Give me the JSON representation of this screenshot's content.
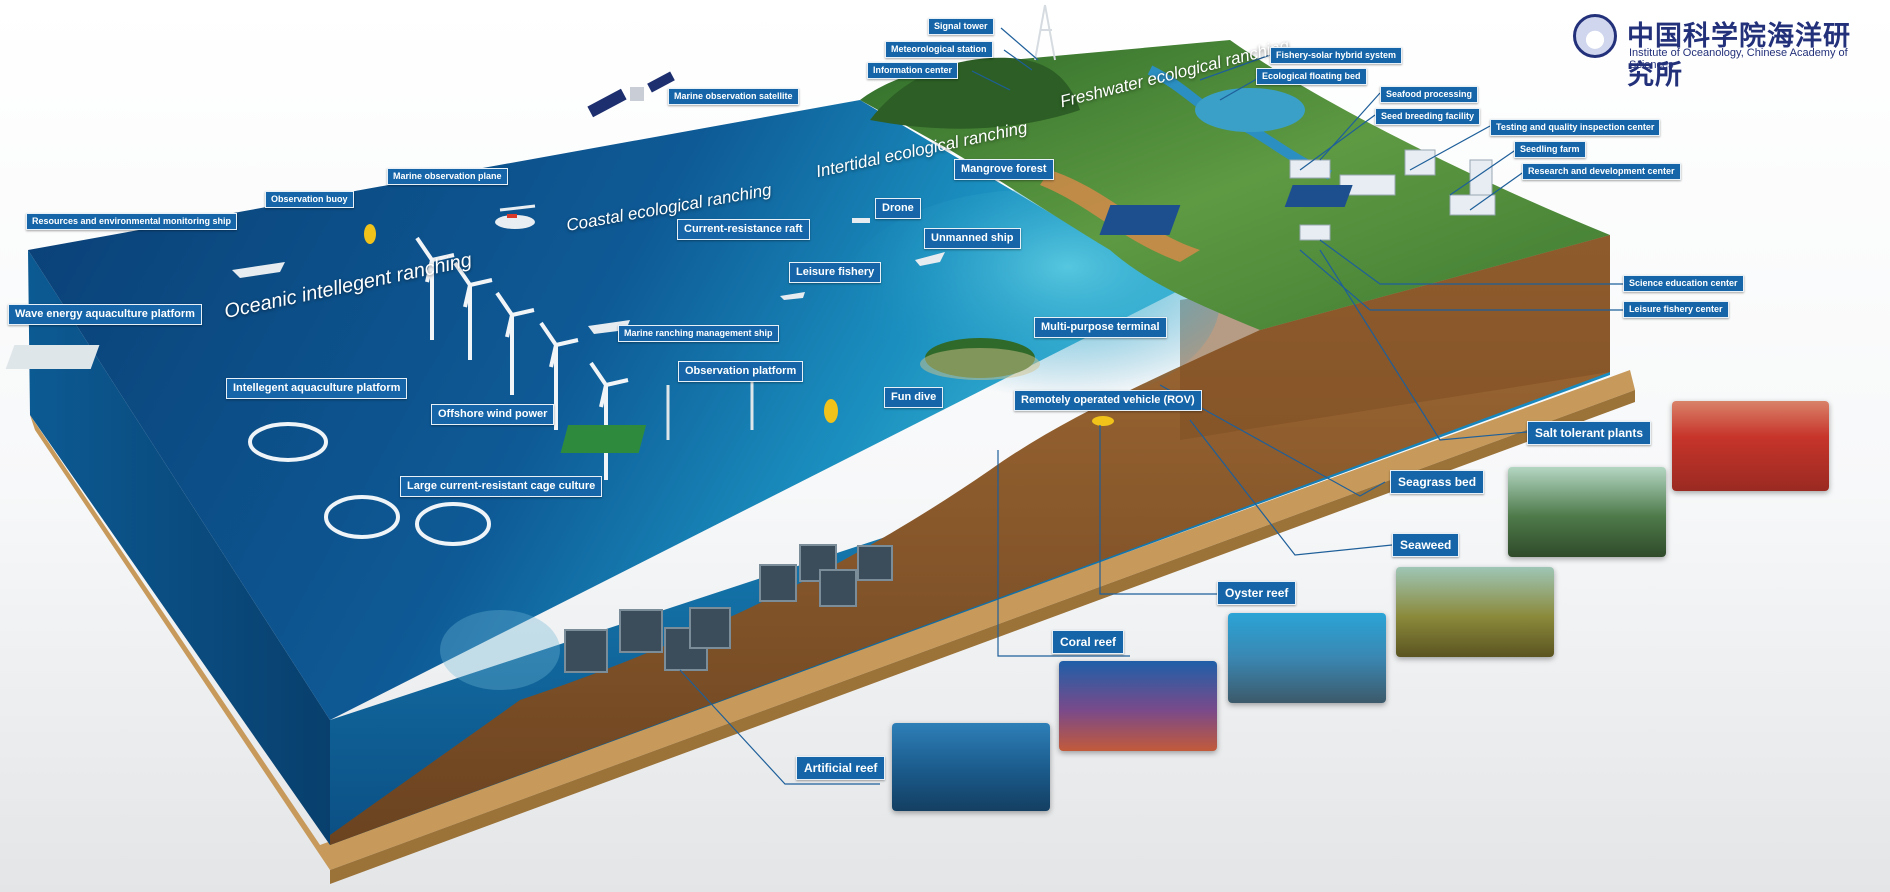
{
  "header": {
    "org_name_cn": "中国科学院海洋研究所",
    "org_name_en": "Institute of Oceanology, Chinese Academy of Sciences"
  },
  "zones": {
    "oceanic": "Oceanic intellegent ranching",
    "coastal": "Coastal ecological ranching",
    "intertidal": "Intertidal ecological ranching",
    "freshwater": "Freshwater ecological ranching"
  },
  "labels": {
    "signal_tower": "Signal tower",
    "meteorological_station": "Meteorological station",
    "information_center": "Information center",
    "fishery_solar": "Fishery-solar hybrid system",
    "ecological_floating_bed": "Ecological floating bed",
    "seafood_processing": "Seafood processing",
    "seed_breeding": "Seed breeding facility",
    "testing_center": "Testing and quality inspection center",
    "seedling_farm": "Seedling farm",
    "rd_center": "Research and development center",
    "science_education": "Science education center",
    "leisure_fishery_center": "Leisure fishery center",
    "marine_satellite": "Marine observation satellite",
    "marine_plane": "Marine observation plane",
    "observation_buoy": "Observation buoy",
    "monitoring_ship": "Resources and environmental monitoring ship",
    "wave_energy": "Wave energy aquaculture platform",
    "intelligent_platform": "Intellegent aquaculture platform",
    "offshore_wind": "Offshore wind power",
    "cage_culture": "Large current-resistant cage culture",
    "current_raft": "Current-resistance raft",
    "mangrove": "Mangrove forest",
    "drone": "Drone",
    "unmanned_ship": "Unmanned ship",
    "leisure_fishery": "Leisure fishery",
    "ranching_ship": "Marine ranching management ship",
    "observation_platform": "Observation platform",
    "multipurpose_terminal": "Multi-purpose terminal",
    "fun_dive": "Fun dive",
    "rov": "Remotely operated vehicle (ROV)",
    "salt_plants": "Salt tolerant plants",
    "seagrass": "Seagrass bed",
    "seaweed": "Seaweed",
    "oyster_reef": "Oyster reef",
    "coral_reef": "Coral reef",
    "artificial_reef": "Artificial reef"
  },
  "colors": {
    "label_bg": "#1565a8",
    "ocean_top": "#0b4b86",
    "ocean_front": "#0a6fa3",
    "land": "#4e8f3a",
    "soil": "#8a5a2b",
    "logo": "#23307a"
  },
  "icons": [
    "satellite-icon",
    "plane-icon",
    "buoy-icon",
    "ship-icon",
    "wind-turbine-icon",
    "drone-icon",
    "rov-icon",
    "signal-tower-icon"
  ]
}
